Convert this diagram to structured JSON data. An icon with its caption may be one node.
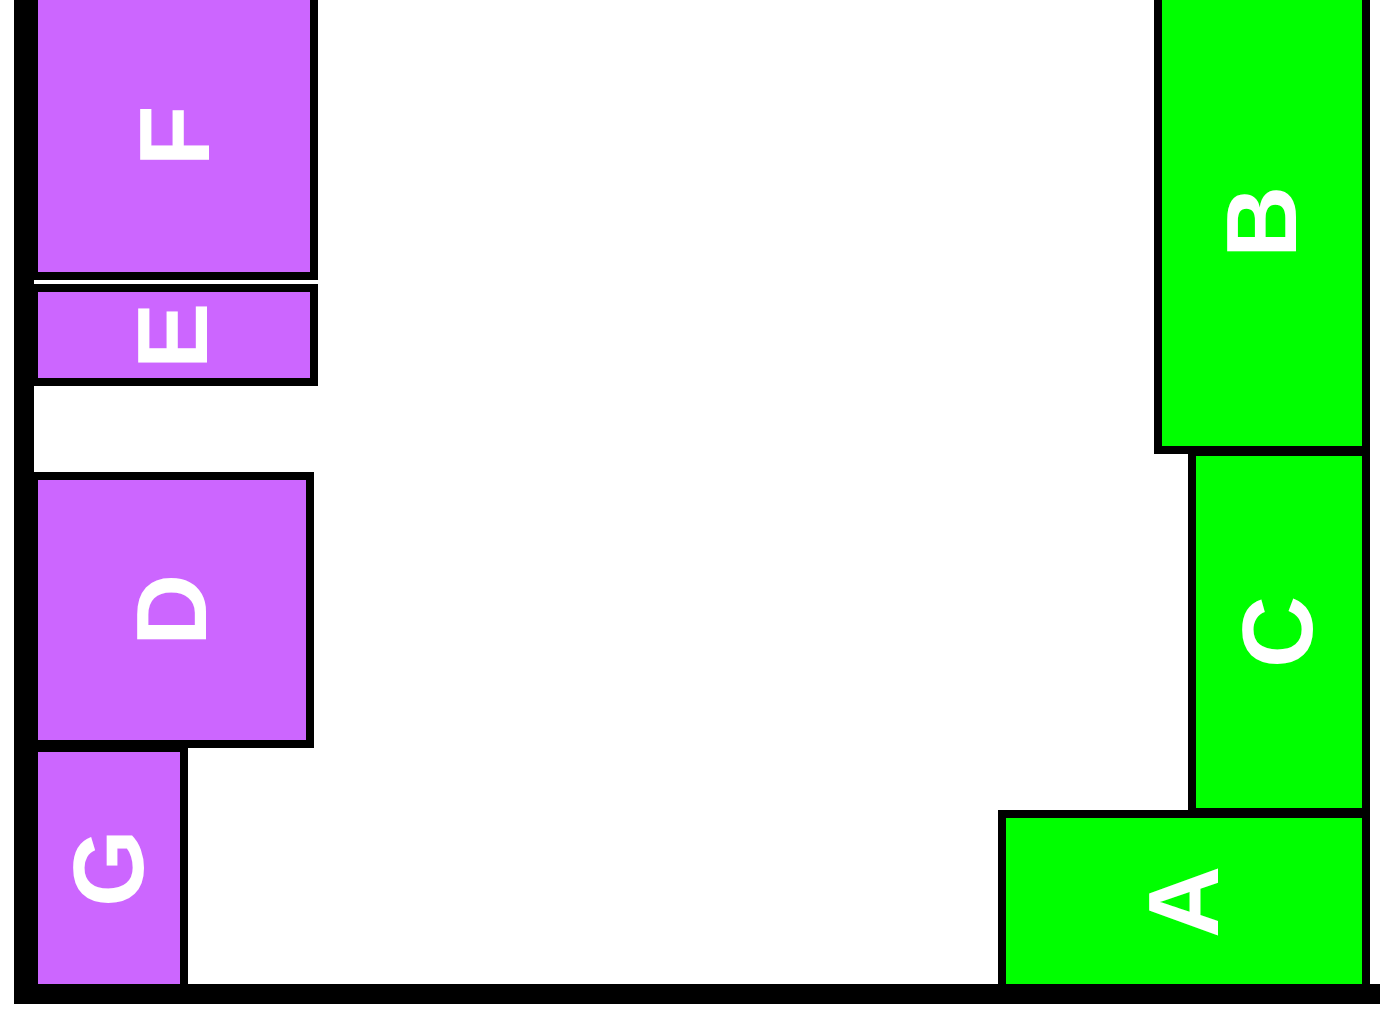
{
  "diagram": {
    "nodes": [
      {
        "text": [
          "F"
        ]
      },
      {
        "text": [
          "B"
        ]
      },
      {
        "text": [
          "E"
        ]
      },
      {
        "text": [
          "D"
        ]
      },
      {
        "text": [
          "C"
        ]
      },
      {
        "text": [
          "G"
        ]
      },
      {
        "text": [
          "A"
        ]
      }
    ],
    "edges": []
  }
}
